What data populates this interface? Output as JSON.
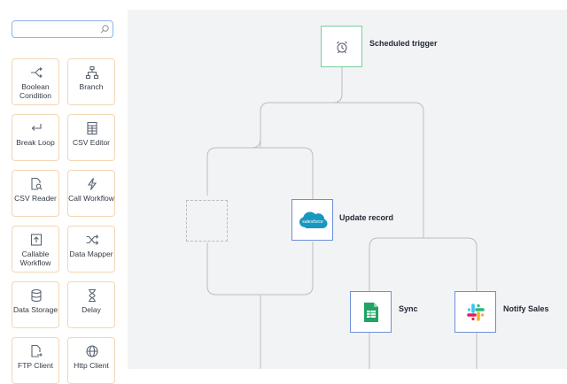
{
  "search": {
    "value": "",
    "placeholder": ""
  },
  "palette": [
    {
      "id": "boolean-condition",
      "label": "Boolean Condition",
      "icon": "split-arrows-icon"
    },
    {
      "id": "branch",
      "label": "Branch",
      "icon": "branch-tree-icon"
    },
    {
      "id": "break-loop",
      "label": "Break Loop",
      "icon": "return-arrow-icon"
    },
    {
      "id": "csv-editor",
      "label": "CSV Editor",
      "icon": "spreadsheet-icon"
    },
    {
      "id": "csv-reader",
      "label": "CSV Reader",
      "icon": "document-search-icon"
    },
    {
      "id": "call-workflow",
      "label": "Call Workflow",
      "icon": "lightning-icon"
    },
    {
      "id": "callable-workflow",
      "label": "Callable Workflow",
      "icon": "inbox-up-icon"
    },
    {
      "id": "data-mapper",
      "label": "Data Mapper",
      "icon": "shuffle-icon"
    },
    {
      "id": "data-storage",
      "label": "Data Storage",
      "icon": "database-icon"
    },
    {
      "id": "delay",
      "label": "Delay",
      "icon": "hourglass-icon"
    },
    {
      "id": "ftp-client",
      "label": "FTP Client",
      "icon": "file-transfer-icon"
    },
    {
      "id": "http-client",
      "label": "Http Client",
      "icon": "globe-icon"
    }
  ],
  "workflow": {
    "trigger": {
      "label": "Scheduled trigger",
      "icon": "alarm-clock-icon"
    },
    "update": {
      "label": "Update record",
      "icon": "salesforce-logo",
      "logo_text": "salesforce"
    },
    "sync": {
      "label": "Sync",
      "icon": "google-sheets-icon"
    },
    "notify": {
      "label": "Notify Sales",
      "icon": "slack-logo"
    }
  },
  "colors": {
    "canvas_bg": "#f2f3f5",
    "tile_border": "#f3d6b3",
    "node_border": "#6d8fd9",
    "trigger_border": "#7ccf9a",
    "connector": "#b9bdc4",
    "salesforce": "#1798c1",
    "sheets": "#1fa463"
  }
}
